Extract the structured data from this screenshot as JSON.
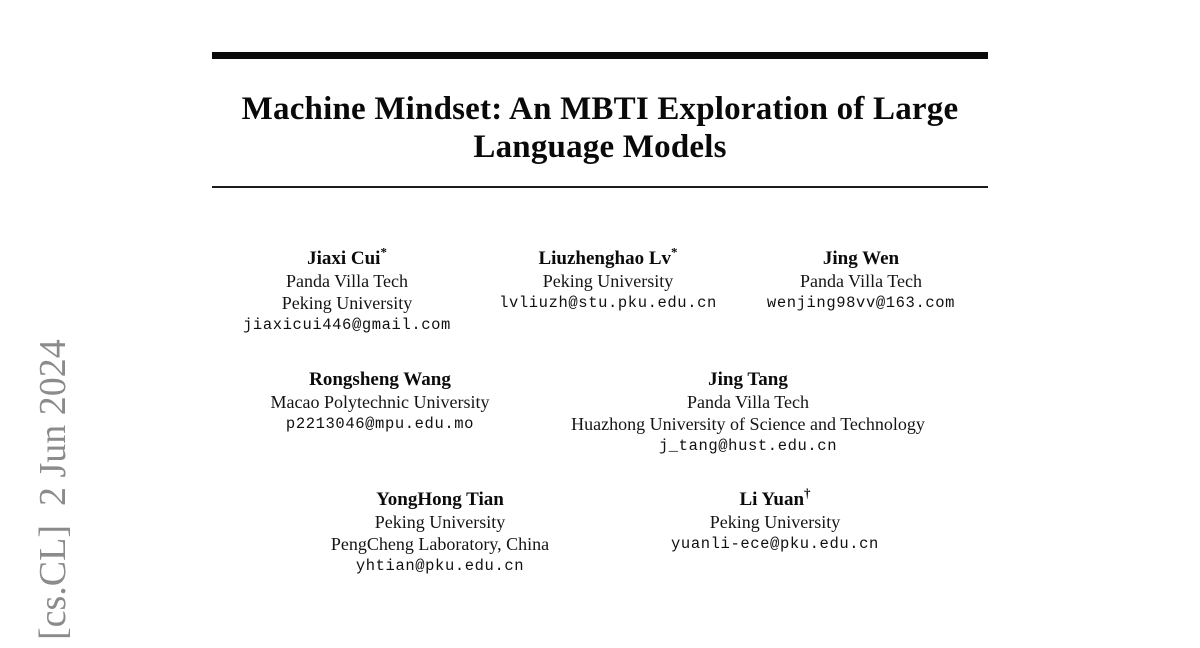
{
  "title": {
    "line1": "Machine Mindset: An MBTI Exploration of Large",
    "line2": "Language Models"
  },
  "arxiv_stamp": {
    "text": "[cs.CL]  2 Jun 2024",
    "color": "#8b8b8b"
  },
  "authors": [
    {
      "name": "Jiaxi Cui",
      "marker": "*",
      "affils": [
        "Panda Villa Tech",
        "Peking University"
      ],
      "email": "jiaxicui446@gmail.com"
    },
    {
      "name": "Liuzhenghao Lv",
      "marker": "*",
      "affils": [
        "Peking University"
      ],
      "email": "lvliuzh@stu.pku.edu.cn"
    },
    {
      "name": "Jing Wen",
      "marker": "",
      "affils": [
        "Panda Villa Tech"
      ],
      "email": "wenjing98vv@163.com"
    },
    {
      "name": "Rongsheng Wang",
      "marker": "",
      "affils": [
        "Macao Polytechnic University"
      ],
      "email": "p2213046@mpu.edu.mo"
    },
    {
      "name": "Jing Tang",
      "marker": "",
      "affils": [
        "Panda Villa Tech",
        "Huazhong University of Science and Technology"
      ],
      "email": "j_tang@hust.edu.cn"
    },
    {
      "name": "YongHong Tian",
      "marker": "",
      "affils": [
        "Peking University",
        "PengCheng Laboratory, China"
      ],
      "email": "yhtian@pku.edu.cn"
    },
    {
      "name": "Li Yuan",
      "marker": "†",
      "affils": [
        "Peking University"
      ],
      "email": "yuanli-ece@pku.edu.cn"
    }
  ]
}
